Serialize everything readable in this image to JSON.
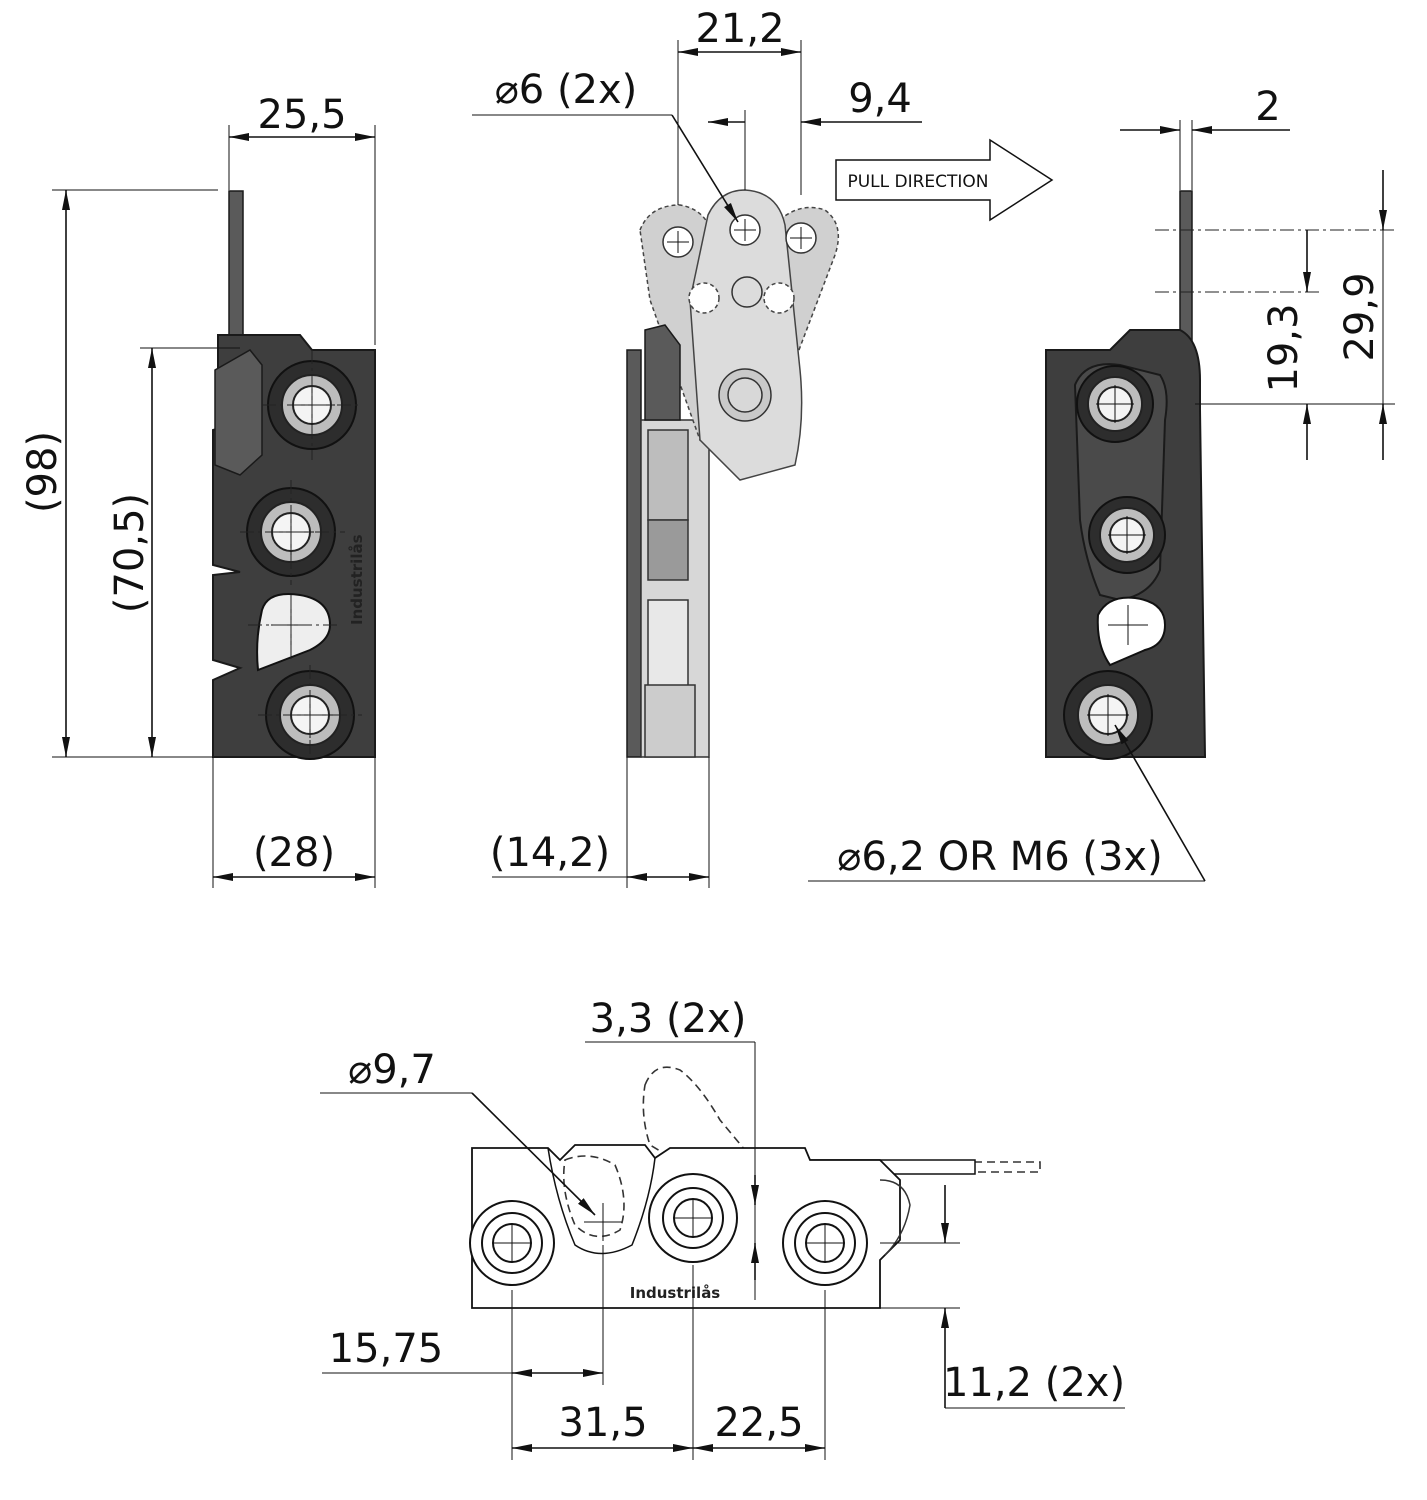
{
  "front_view": {
    "width_top": "25,5",
    "height_total": "(98)",
    "height_body": "(70,5)",
    "width_bottom": "(28)",
    "logo": "Industrilås"
  },
  "side_view": {
    "width_top": "21,2",
    "hole_diameter": "⌀6 (2x)",
    "offset": "9,4",
    "thickness": "(14,2)",
    "pull_direction": "PULL DIRECTION"
  },
  "rear_view": {
    "plate_thickness": "2",
    "height_a": "19,3",
    "height_b": "29,9",
    "mount_holes": "⌀6,2 OR M6 (3x)"
  },
  "bottom_view": {
    "offset_top": "3,3 (2x)",
    "bore_diameter": "⌀9,7",
    "offset_left": "15,75",
    "spacing_a": "31,5",
    "spacing_b": "22,5",
    "height_c": "11,2 (2x)",
    "logo": "Industrilås"
  },
  "colors": {
    "body": "#3e3e3e",
    "light_part": "#d7d7d7",
    "lines": "#111111",
    "background": "#ffffff"
  }
}
